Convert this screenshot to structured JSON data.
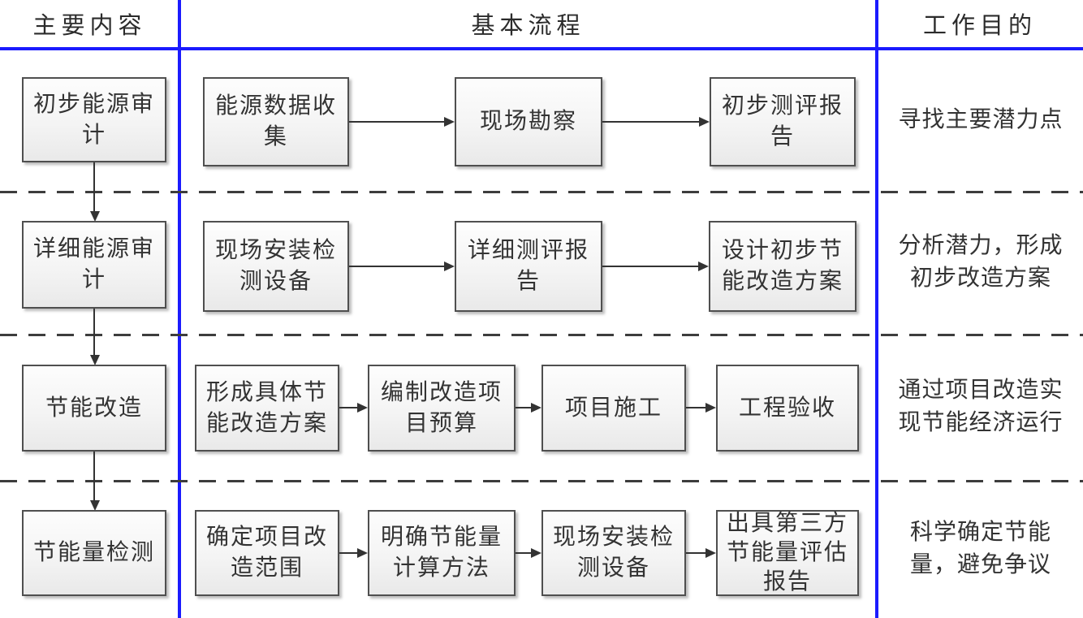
{
  "columns": {
    "left_title": "主要内容",
    "center_title": "基本流程",
    "right_title": "工作目的"
  },
  "rows": [
    {
      "stage": "初步能源审\n计",
      "steps": [
        "能源数据收\n集",
        "现场勘察",
        "初步测评报\n告"
      ],
      "purpose": "寻找主要潜力点"
    },
    {
      "stage": "详细能源审\n计",
      "steps": [
        "现场安装检\n测设备",
        "详细测评报\n告",
        "设计初步节\n能改造方案"
      ],
      "purpose": "分析潜力，形成\n初步改造方案"
    },
    {
      "stage": "节能改造",
      "steps": [
        "形成具体节\n能改造方案",
        "编制改造项\n目预算",
        "项目施工",
        "工程验收"
      ],
      "purpose": "通过项目改造实\n现节能经济运行"
    },
    {
      "stage": "节能量检测",
      "steps": [
        "确定项目改\n造范围",
        "明确节能量\n计算方法",
        "现场安装检\n测设备",
        "出具第三方\n节能量评估\n报告"
      ],
      "purpose": "科学确定节能\n量，避免争议"
    }
  ],
  "colors": {
    "divider_blue": "#1b1bfe",
    "box_border": "#4f4f4f",
    "arrow": "#333333",
    "text": "#333333"
  }
}
